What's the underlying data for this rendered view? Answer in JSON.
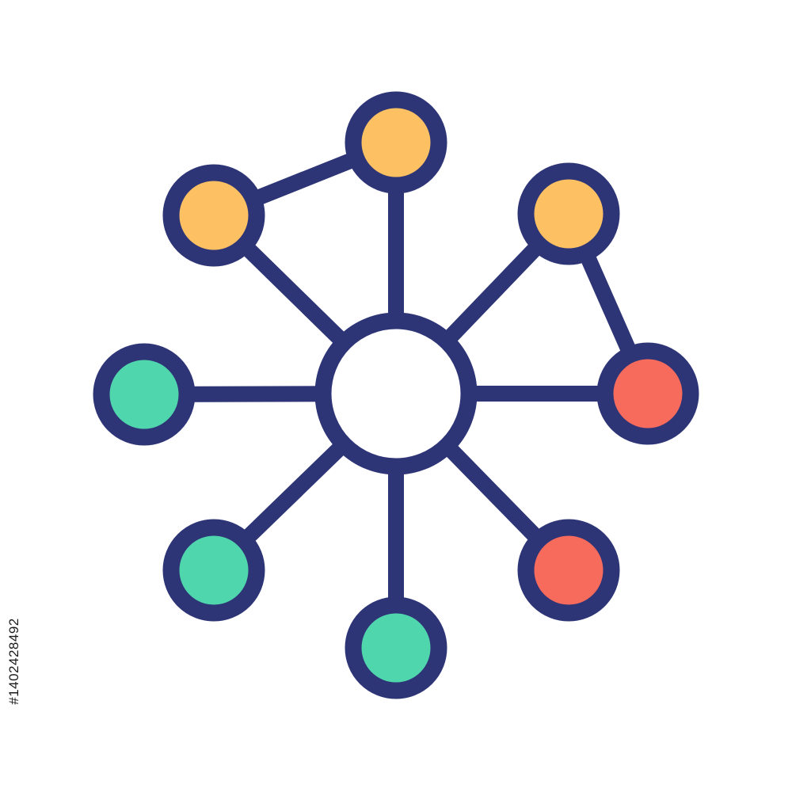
{
  "stock_id": "#1402428492",
  "icon": {
    "name": "network-hub-icon",
    "colors": {
      "outline": "#2e3577",
      "hub_fill": "#ffffff",
      "orange": "#fdc062",
      "green": "#50d6ad",
      "red": "#f76b5d"
    },
    "nodes": [
      {
        "id": "hub",
        "color": "hub"
      },
      {
        "id": "top",
        "color": "orange"
      },
      {
        "id": "top-left",
        "color": "orange"
      },
      {
        "id": "top-right",
        "color": "orange"
      },
      {
        "id": "left",
        "color": "green"
      },
      {
        "id": "right",
        "color": "red"
      },
      {
        "id": "bottom-left",
        "color": "green"
      },
      {
        "id": "bottom",
        "color": "green"
      },
      {
        "id": "bottom-right",
        "color": "red"
      }
    ],
    "edges": [
      [
        "hub",
        "top"
      ],
      [
        "hub",
        "top-left"
      ],
      [
        "hub",
        "top-right"
      ],
      [
        "hub",
        "left"
      ],
      [
        "hub",
        "right"
      ],
      [
        "hub",
        "bottom-left"
      ],
      [
        "hub",
        "bottom"
      ],
      [
        "hub",
        "bottom-right"
      ],
      [
        "top-left",
        "top"
      ],
      [
        "top-right",
        "right"
      ]
    ]
  }
}
